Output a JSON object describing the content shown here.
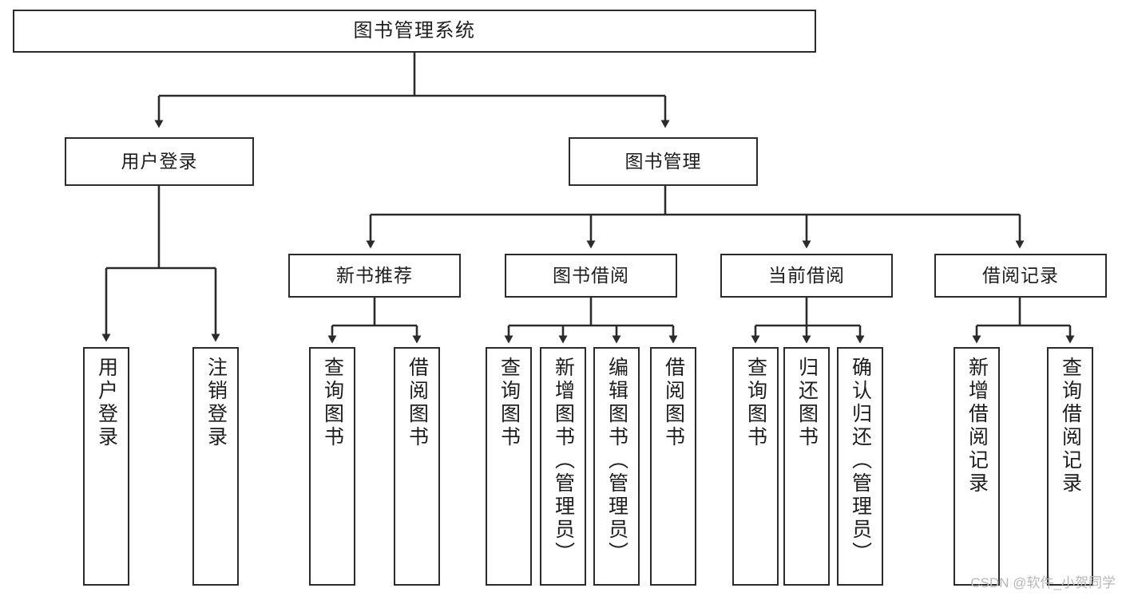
{
  "diagram": {
    "title": "图书管理系统",
    "type": "tree",
    "watermark": "CSDN @软件_小贺同学",
    "colors": {
      "background": "#ffffff",
      "border": "#2b2b2b",
      "text": "#1d1d1d",
      "edge": "#2b2b2b",
      "watermark": "#b7b7b7"
    },
    "root": {
      "id": "root",
      "label": "图书管理系统"
    },
    "level2": [
      {
        "id": "user-login",
        "label": "用户登录"
      },
      {
        "id": "book-manage",
        "label": "图书管理"
      }
    ],
    "level3": [
      {
        "id": "new-book-rec",
        "label": "新书推荐",
        "parent": "book-manage"
      },
      {
        "id": "book-borrow",
        "label": "图书借阅",
        "parent": "book-manage"
      },
      {
        "id": "current-borrow",
        "label": "当前借阅",
        "parent": "book-manage"
      },
      {
        "id": "borrow-record",
        "label": "借阅记录",
        "parent": "book-manage"
      }
    ],
    "leaves": [
      {
        "id": "leaf-user-login",
        "label": "用户登录",
        "parent": "user-login"
      },
      {
        "id": "leaf-logout",
        "label": "注销登录",
        "parent": "user-login"
      },
      {
        "id": "leaf-query-book-1",
        "label": "查询图书",
        "parent": "new-book-rec"
      },
      {
        "id": "leaf-borrow-book-1",
        "label": "借阅图书",
        "parent": "new-book-rec"
      },
      {
        "id": "leaf-query-book-2",
        "label": "查询图书",
        "parent": "book-borrow"
      },
      {
        "id": "leaf-add-book",
        "label": "新增图书（管理员）",
        "parent": "book-borrow"
      },
      {
        "id": "leaf-edit-book",
        "label": "编辑图书（管理员）",
        "parent": "book-borrow"
      },
      {
        "id": "leaf-borrow-book-2",
        "label": "借阅图书",
        "parent": "book-borrow"
      },
      {
        "id": "leaf-query-book-3",
        "label": "查询图书",
        "parent": "current-borrow"
      },
      {
        "id": "leaf-return-book",
        "label": "归还图书",
        "parent": "current-borrow"
      },
      {
        "id": "leaf-confirm-return",
        "label": "确认归还（管理员）",
        "parent": "current-borrow"
      },
      {
        "id": "leaf-add-record",
        "label": "新增借阅记录",
        "parent": "borrow-record"
      },
      {
        "id": "leaf-query-record",
        "label": "查询借阅记录",
        "parent": "borrow-record"
      }
    ]
  }
}
